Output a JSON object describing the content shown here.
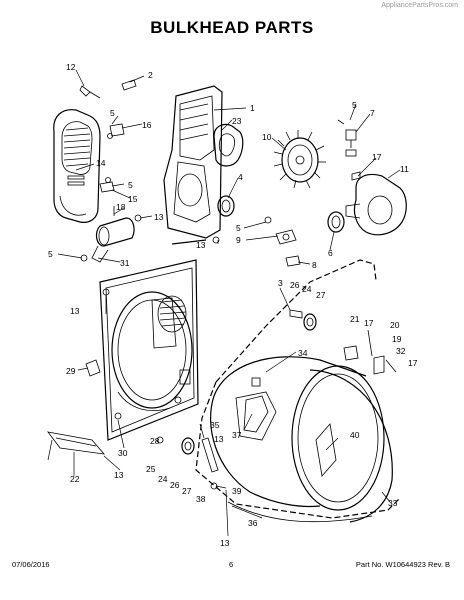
{
  "watermark": "AppliancePartsPros.com",
  "title": "BULKHEAD PARTS",
  "footer": {
    "date": "07/06/2016",
    "page": "6",
    "part_no": "Part No.  W10644923  Rev.  B"
  },
  "callouts": [
    {
      "id": "c12",
      "text": "12"
    },
    {
      "id": "c2",
      "text": "2"
    },
    {
      "id": "c1",
      "text": "1"
    },
    {
      "id": "c23",
      "text": "23"
    },
    {
      "id": "c5a",
      "text": "5"
    },
    {
      "id": "c16",
      "text": "16"
    },
    {
      "id": "c5b",
      "text": "5"
    },
    {
      "id": "c7",
      "text": "7"
    },
    {
      "id": "c10",
      "text": "10"
    },
    {
      "id": "c14",
      "text": "14"
    },
    {
      "id": "c5c",
      "text": "5"
    },
    {
      "id": "c15",
      "text": "15"
    },
    {
      "id": "c17a",
      "text": "17"
    },
    {
      "id": "c11",
      "text": "11"
    },
    {
      "id": "c4",
      "text": "4"
    },
    {
      "id": "c18",
      "text": "18"
    },
    {
      "id": "c13a",
      "text": "13"
    },
    {
      "id": "c5d",
      "text": "5"
    },
    {
      "id": "c9",
      "text": "9"
    },
    {
      "id": "c13b",
      "text": "13"
    },
    {
      "id": "c6",
      "text": "6"
    },
    {
      "id": "c5e",
      "text": "5"
    },
    {
      "id": "c31",
      "text": "31"
    },
    {
      "id": "c8",
      "text": "8"
    },
    {
      "id": "c3",
      "text": "3"
    },
    {
      "id": "c26a",
      "text": "26"
    },
    {
      "id": "c24a",
      "text": "24"
    },
    {
      "id": "c27a",
      "text": "27"
    },
    {
      "id": "c13c",
      "text": "13"
    },
    {
      "id": "c21",
      "text": "21"
    },
    {
      "id": "c17b",
      "text": "17"
    },
    {
      "id": "c20",
      "text": "20"
    },
    {
      "id": "c34",
      "text": "34"
    },
    {
      "id": "c19",
      "text": "19"
    },
    {
      "id": "c32",
      "text": "32"
    },
    {
      "id": "c29",
      "text": "29"
    },
    {
      "id": "c17c",
      "text": "17"
    },
    {
      "id": "c37",
      "text": "37"
    },
    {
      "id": "c40",
      "text": "40"
    },
    {
      "id": "c30",
      "text": "30"
    },
    {
      "id": "c28",
      "text": "28"
    },
    {
      "id": "c25",
      "text": "25"
    },
    {
      "id": "c35",
      "text": "35"
    },
    {
      "id": "c13d",
      "text": "13"
    },
    {
      "id": "c24b",
      "text": "24"
    },
    {
      "id": "c26b",
      "text": "26"
    },
    {
      "id": "c27b",
      "text": "27"
    },
    {
      "id": "c39",
      "text": "39"
    },
    {
      "id": "c22",
      "text": "22"
    },
    {
      "id": "c13e",
      "text": "13"
    },
    {
      "id": "c38",
      "text": "38"
    },
    {
      "id": "c33",
      "text": "33"
    },
    {
      "id": "c13f",
      "text": "13"
    },
    {
      "id": "c36",
      "text": "36"
    }
  ]
}
